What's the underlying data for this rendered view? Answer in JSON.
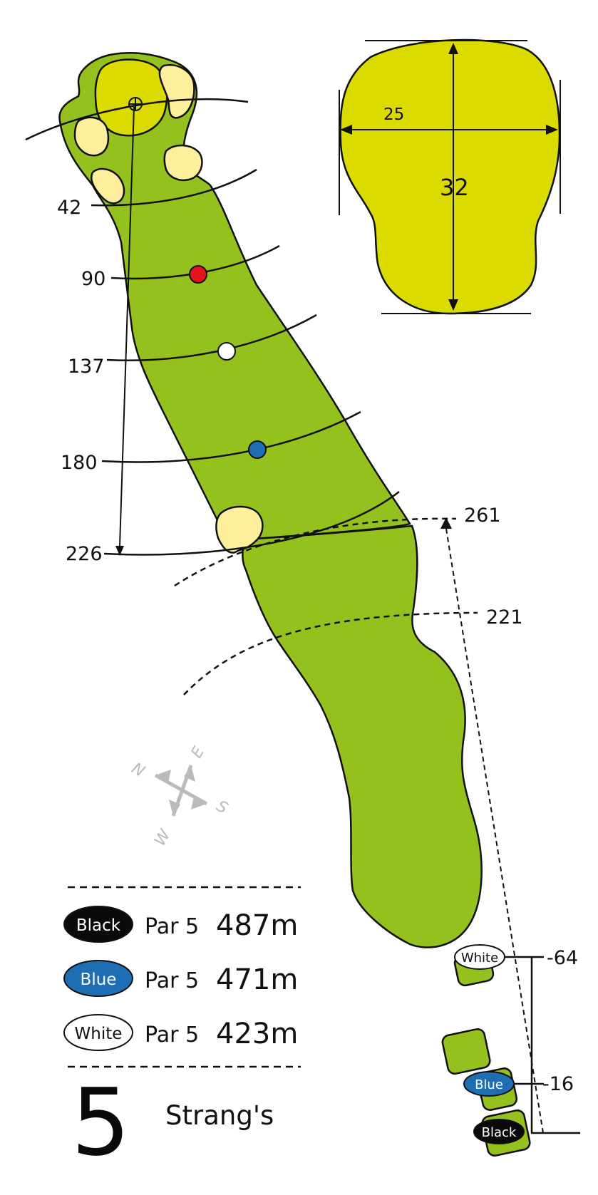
{
  "hole": {
    "number": "5",
    "name": "Strang's",
    "colors": {
      "fairway": "#95c11f",
      "green": "#dbdb00",
      "bunker": "#fdef9c",
      "blue": "#1e6eb4",
      "red": "#e3151b",
      "black": "#0a0a0a"
    }
  },
  "green_dims": {
    "width": "25",
    "depth": "32"
  },
  "front_distances": [
    "42",
    "90",
    "137",
    "180",
    "226"
  ],
  "tee_shot_distances": [
    "261",
    "221"
  ],
  "tee_offsets": [
    "-64",
    "-16"
  ],
  "tees": [
    {
      "name": "Black",
      "par": "Par 5",
      "length": "487m",
      "color": "#0a0a0a"
    },
    {
      "name": "Blue",
      "par": "Par 5",
      "length": "471m",
      "color": "#1e6eb4"
    },
    {
      "name": "White",
      "par": "Par 5",
      "length": "423m",
      "color": "#ffffff"
    }
  ],
  "compass": [
    "N",
    "E",
    "S",
    "W"
  ],
  "sprinkler_markers": [
    "red",
    "white",
    "blue"
  ]
}
